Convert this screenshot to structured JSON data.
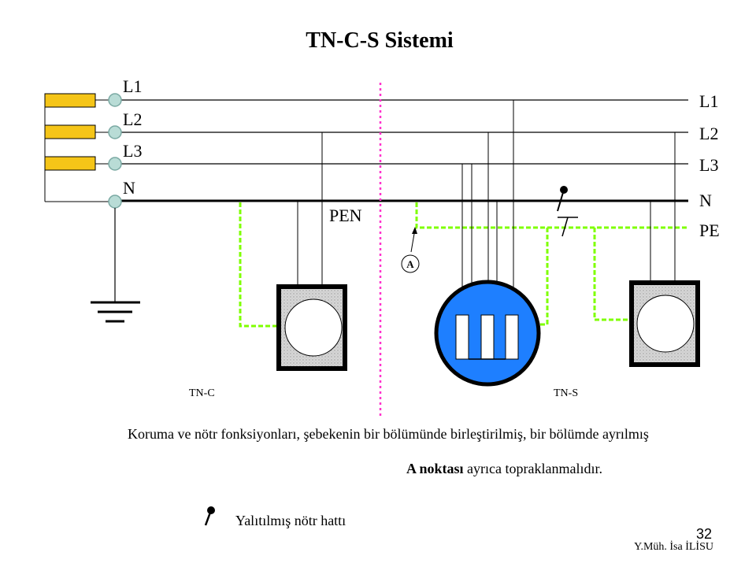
{
  "title": "TN-C-S  Sistemi",
  "left_labels": {
    "l1": "L1",
    "l2": "L2",
    "l3": "L3",
    "n": "N"
  },
  "right_labels": {
    "l1": "L1",
    "l2": "L2",
    "l3": "L3",
    "n": "N",
    "pe": "PE"
  },
  "pen_label": "PEN",
  "point_a_label": "A",
  "section_left": "TN-C",
  "section_right": "TN-S",
  "description": "Koruma ve nötr fonksiyonları, şebekenin bir bölümünde  birleştirilmiş, bir bölümde ayrılmış",
  "note_bold": "A noktası",
  "note_rest": " ayrıca topraklanmalıdır.",
  "legend_text": "Yalıtılmış nötr hattı",
  "page_number": "32",
  "author": "Y.Müh. İsa İLİSU",
  "colors": {
    "fuse": "#f5c518",
    "terminal": "#b9dcd6",
    "pe_wire": "#7fff00",
    "divider": "#ff33cc",
    "motor_fill": "#1e7fff",
    "device_fill": "#dcdcdc"
  }
}
